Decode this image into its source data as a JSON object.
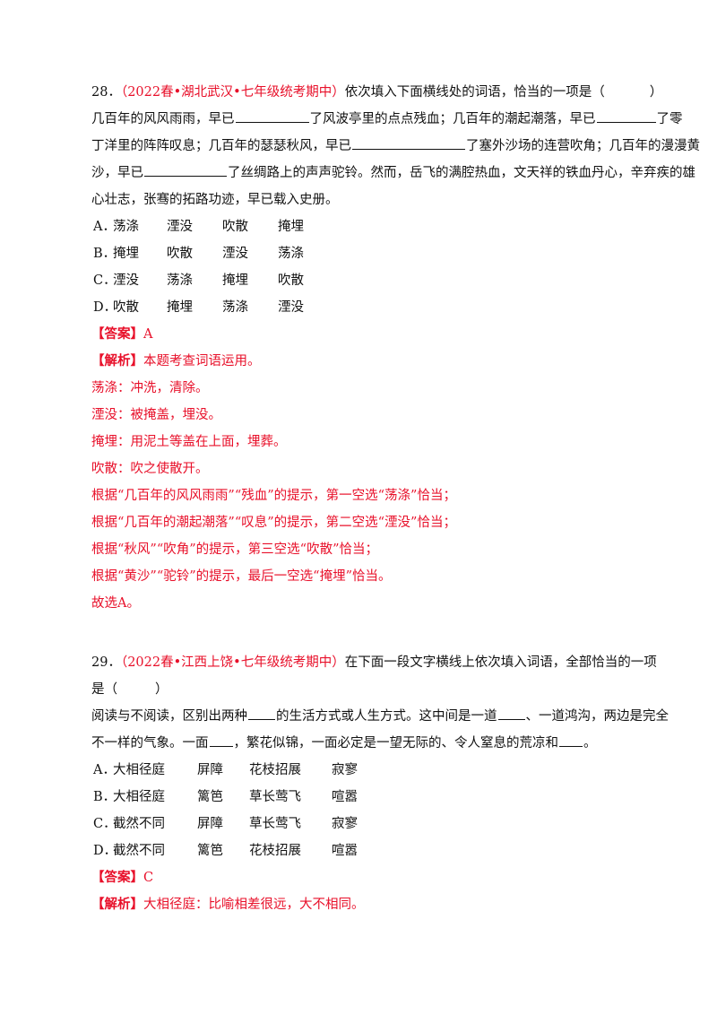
{
  "q28": {
    "number": "28．",
    "source": "（2022春•湖北武汉•七年级统考期中）",
    "stem": "依次填入下面横线处的词语，恰当的一项是（",
    "paren_close": "）",
    "passage": [
      [
        "几百年的风风雨雨，早已",
        "了风波亭里的点点残血；几百年的潮起潮落，早已",
        "了零"
      ],
      [
        "丁洋里的阵阵叹息；几百年的瑟瑟秋风，早已",
        "了塞外沙场的连营吹角；几百年的漫漫黄"
      ],
      [
        "沙，早已",
        "了丝绸路上的声声驼铃。然而，岳飞的满腔热血，文天祥的铁血丹心，辛弃疾的雄"
      ],
      [
        "心壮志，张骞的拓路功迹，早已载入史册。"
      ]
    ],
    "options": [
      {
        "letter": "A．",
        "w1": "荡涤",
        "w2": "湮没",
        "w3": "吹散",
        "w4": "掩埋"
      },
      {
        "letter": "B．",
        "w1": "掩埋",
        "w2": "吹散",
        "w3": "湮没",
        "w4": "荡涤"
      },
      {
        "letter": "C．",
        "w1": "湮没",
        "w2": "荡涤",
        "w3": "掩埋",
        "w4": "吹散"
      },
      {
        "letter": "D．",
        "w1": "吹散",
        "w2": "掩埋",
        "w3": "荡涤",
        "w4": "湮没"
      }
    ],
    "answer_label": "【答案】",
    "answer": "A",
    "analysis_label": "【解析】",
    "analysis": [
      "本题考查词语运用。",
      "荡涤：冲洗，清除。",
      "湮没：被掩盖，埋没。",
      "掩埋：用泥土等盖在上面，埋葬。",
      "吹散：吹之使散开。",
      "根据“几百年的风风雨雨”“残血”的提示，第一空选“荡涤”恰当；",
      "根据“几百年的潮起潮落”“叹息”的提示，第二空选“湮没”恰当；",
      "根据“秋风”“吹角”的提示，第三空选“吹散”恰当；",
      "根据“黄沙”“驼铃”的提示，最后一空选“掩埋”恰当。",
      "故选A。"
    ]
  },
  "q29": {
    "number": "29．",
    "source": "（2022春•江西上饶•七年级统考期中）",
    "stem": "在下面一段文字横线上依次填入词语，全部恰当的一项",
    "stem2": "是（",
    "paren_close": "）",
    "passage": [
      [
        "阅读与不阅读，区别出两种",
        "的生活方式或人生方式。这中间是一道",
        "、一道鸿沟，两边是完全"
      ],
      [
        "不一样的气象。一面",
        "，繁花似锦，一面必定是一望无际的、令人窒息的荒凉和",
        "。"
      ]
    ],
    "options": [
      {
        "letter": "A．",
        "w1": "大相径庭",
        "w2": "屏障",
        "w3": "花枝招展",
        "w4": "寂寥"
      },
      {
        "letter": "B．",
        "w1": "大相径庭",
        "w2": "篱笆",
        "w3": "草长莺飞",
        "w4": "喧嚣"
      },
      {
        "letter": "C．",
        "w1": "截然不同",
        "w2": "屏障",
        "w3": "草长莺飞",
        "w4": "寂寥"
      },
      {
        "letter": "D．",
        "w1": "截然不同",
        "w2": "篱笆",
        "w3": "花枝招展",
        "w4": "喧嚣"
      }
    ],
    "answer_label": "【答案】",
    "answer": "C",
    "analysis_label": "【解析】",
    "analysis": [
      "大相径庭：比喻相差很远，大不相同。"
    ]
  },
  "colors": {
    "accent": "#e8102a",
    "text": "#111111"
  }
}
